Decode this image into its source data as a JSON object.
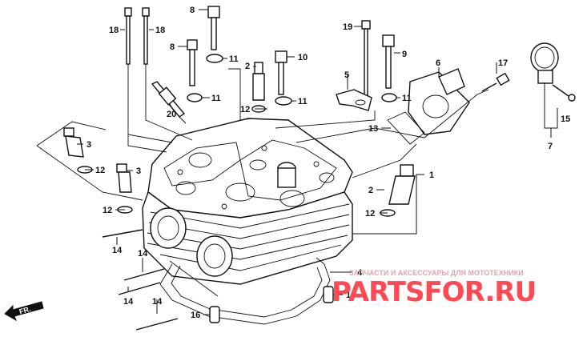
{
  "callouts": {
    "c1": "1",
    "c2a": "2",
    "c2b": "2",
    "c3a": "3",
    "c3b": "3",
    "c4": "4",
    "c5": "5",
    "c6": "6",
    "c7": "7",
    "c8a": "8",
    "c8b": "8",
    "c9": "9",
    "c10": "10",
    "c11a": "11",
    "c11b": "11",
    "c11c": "11",
    "c11d": "11",
    "c12a": "12",
    "c12b": "12",
    "c12c": "12",
    "c13": "13",
    "c14a": "14",
    "c14b": "14",
    "c14c": "14",
    "c14d": "14",
    "c15": "15",
    "c16a": "16",
    "c16b": "16",
    "c17": "17",
    "c18a": "18",
    "c18b": "18",
    "c19": "19",
    "c20": "20"
  },
  "front_arrow": {
    "label": "FR."
  },
  "watermark": {
    "caption": "ЗАПЧАСТИ И АКСЕССУАРЫ ДЛЯ МОТОТЕХНИКИ",
    "brand": "PARTSFOR.RU"
  },
  "colors": {
    "line": "#111111",
    "watermark_text": "#ff4a53"
  }
}
